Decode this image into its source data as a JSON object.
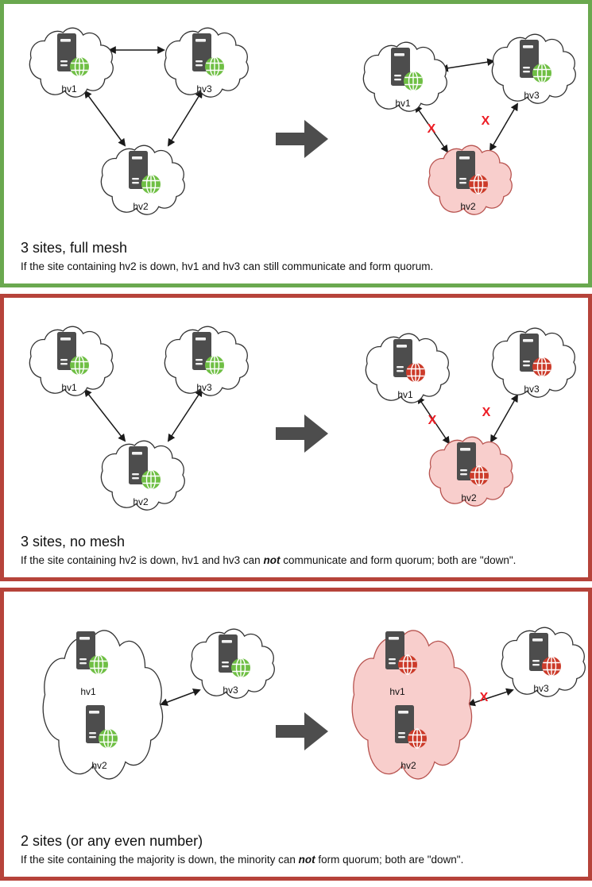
{
  "panels": [
    {
      "title": "3 sites, full mesh",
      "desc_pre": "If the site containing hv2 is down, hv1 and hv3 can still communicate and form quorum.",
      "desc_em": "",
      "desc_post": "",
      "before": {
        "hv1": "hv1",
        "hv2": "hv2",
        "hv3": "hv3"
      },
      "after": {
        "hv1": "hv1",
        "hv2": "hv2",
        "hv3": "hv3",
        "x1": "X",
        "x2": "X"
      }
    },
    {
      "title": "3 sites, no mesh",
      "desc_pre": "If the site containing hv2 is down, hv1 and hv3 can ",
      "desc_em": "not",
      "desc_post": " communicate and form quorum; both are \"down\".",
      "before": {
        "hv1": "hv1",
        "hv2": "hv2",
        "hv3": "hv3"
      },
      "after": {
        "hv1": "hv1",
        "hv2": "hv2",
        "hv3": "hv3",
        "x1": "X",
        "x2": "X"
      }
    },
    {
      "title": "2 sites (or any even number)",
      "desc_pre": "If the site containing the majority is down, the minority can ",
      "desc_em": "not",
      "desc_post": " form quorum; both are \"down\".",
      "before": {
        "hv1": "hv1",
        "hv2": "hv2",
        "hv3": "hv3"
      },
      "after": {
        "hv1": "hv1",
        "hv2": "hv2",
        "hv3": "hv3",
        "x1": "X"
      }
    }
  ],
  "colors": {
    "ok_border": "#6aa84f",
    "fail_border": "#b6433a",
    "cloud_fill": "#ffffff",
    "cloud_stroke": "#333333",
    "down_cloud_fill": "#f8cecc",
    "down_cloud_stroke": "#b85450",
    "globe_up": "#6fbf44",
    "globe_down": "#cc3b2a",
    "server_body": "#4d4d4d",
    "link": "#1a1a1a",
    "x_mark": "#ed1c24",
    "transition_arrow": "#4d4d4d"
  }
}
